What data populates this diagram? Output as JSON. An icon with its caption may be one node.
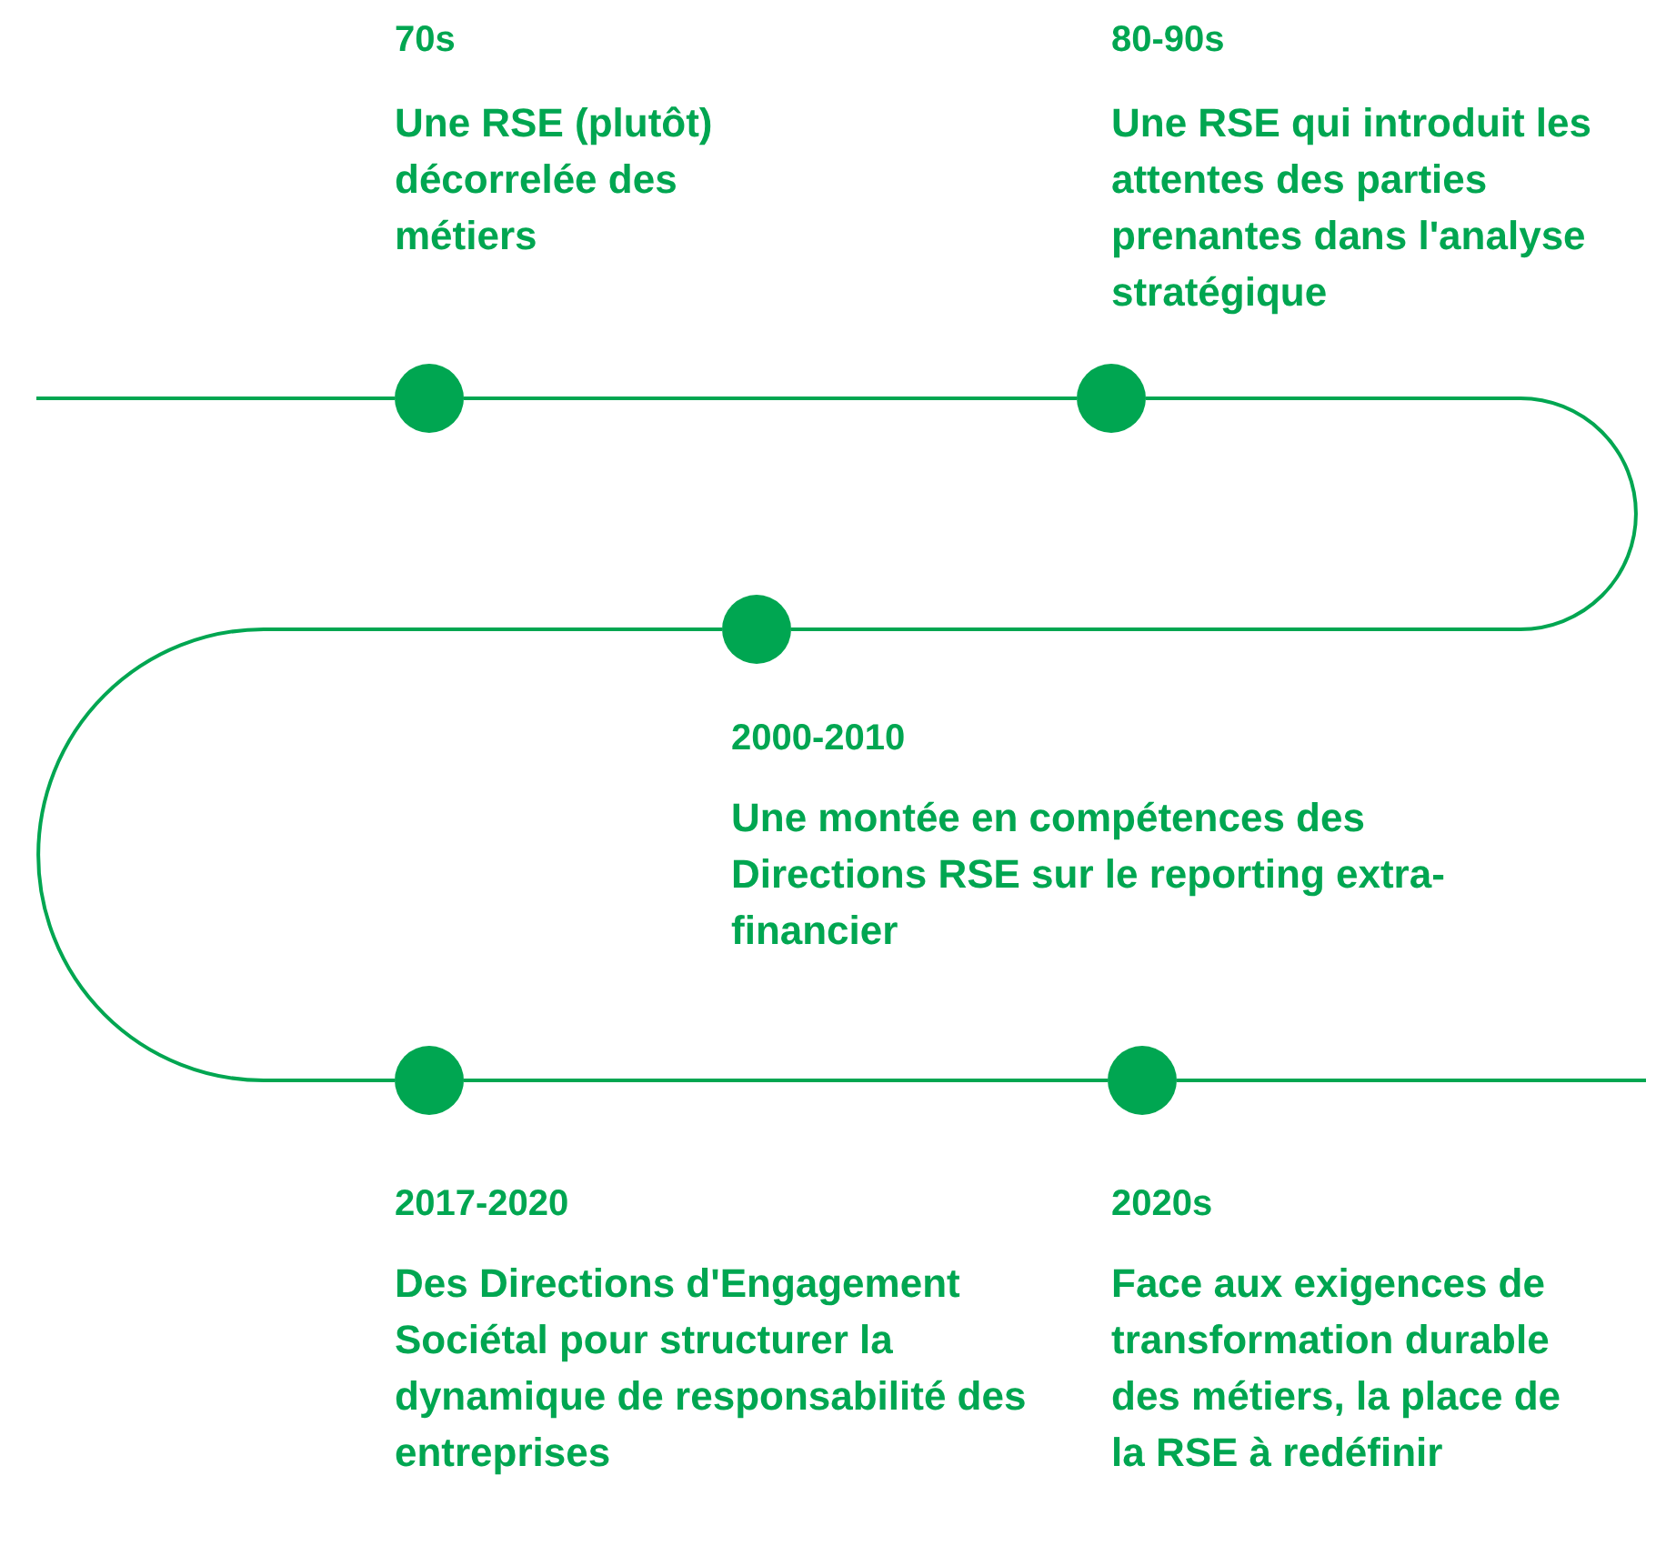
{
  "diagram": {
    "nodes": [
      {
        "text": [],
        "shape": "circle",
        "beside": [
          "70s",
          "Une RSE (plutôt) décorrelée des métiers"
        ]
      },
      {
        "text": [],
        "shape": "circle",
        "beside": [
          "80-90s",
          "Une RSE qui introduit les attentes des parties prenantes dans l'analyse stratégique"
        ]
      },
      {
        "text": [],
        "shape": "circle",
        "beside": [
          "2000-2010",
          "Une montée en compétences des Directions RSE sur le reporting extra-financier"
        ]
      },
      {
        "text": [],
        "shape": "circle",
        "beside": [
          "2017-2020",
          "Des Directions d'Engagement Sociétal pour structurer la dynamique de responsabilité des entreprises"
        ]
      },
      {
        "text": [],
        "shape": "circle",
        "beside": [
          "2020s",
          "Face aux exigences de transformation durable des métiers, la place de la RSE à redéfinir"
        ]
      }
    ],
    "edges": [
      {
        "from": null,
        "to": 0,
        "arrow": "none"
      },
      {
        "from": 0,
        "to": 1,
        "arrow": "none"
      },
      {
        "from": 1,
        "to": 2,
        "arrow": "none"
      },
      {
        "from": 2,
        "to": 3,
        "arrow": "none"
      },
      {
        "from": 3,
        "to": 4,
        "arrow": "none"
      },
      {
        "from": 4,
        "to": null,
        "arrow": "none"
      }
    ]
  }
}
